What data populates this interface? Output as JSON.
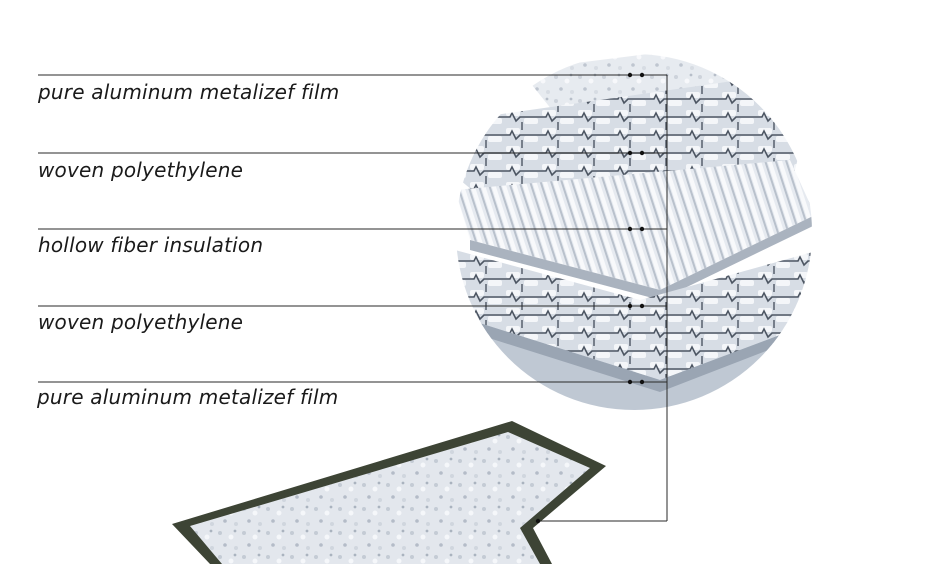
{
  "diagram": {
    "layers": [
      {
        "label": "pure aluminum metalizef film"
      },
      {
        "label": "woven polyethylene"
      },
      {
        "label": "hollow fiber insulation"
      },
      {
        "label": "woven polyethylene"
      },
      {
        "label": "pure aluminum metalizef film"
      }
    ]
  },
  "colors": {
    "line": "#2a2a2a",
    "label_text": "#1a1a1a",
    "sheet_border": "#3d4435",
    "sheet_fill": "#e4e8ee",
    "layer_light": "#f2f4f7",
    "layer_mid": "#c9d0d9",
    "layer_dark": "#5b6470"
  }
}
